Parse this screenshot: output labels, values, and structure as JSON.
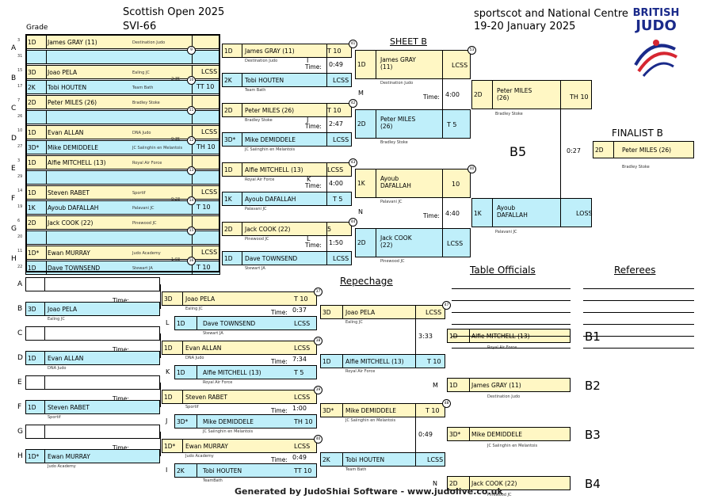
{
  "header": {
    "title": "Scottish Open 2025",
    "category": "SVI-66",
    "venue": "sportscot and National Centre",
    "dates": "19-20 January 2025",
    "sheet": "SHEET B",
    "grade": "Grade",
    "finalist": "FINALIST B",
    "pool": "B5",
    "repechage": "Repechage",
    "table_officials": "Table Officials",
    "referees": "Referees",
    "footer": "Generated by JudoShiai Software - www.judolive.co.uk",
    "logo_top": "BRITISH",
    "logo_bottom": "JUDO"
  },
  "pools": [
    "A",
    "B",
    "C",
    "D",
    "E",
    "F",
    "G",
    "H"
  ],
  "round1": [
    {
      "letter": "A",
      "g1": "1D",
      "n1": "James GRAY (11)",
      "c1": "Destination Judo",
      "g2": "",
      "n2": "",
      "c2": "",
      "num": "9",
      "lnum1": "3",
      "lnum2": "31"
    },
    {
      "letter": "B",
      "g1": "3D",
      "n1": "Joao PELA",
      "c1": "Ealing JC",
      "g2": "2K",
      "n2": "Tobi HOUTEN",
      "c2": "Team Bath",
      "num": "10",
      "time": "2:35",
      "res": "LCSS",
      "res2": "TT 10",
      "lnum1": "15",
      "lnum2": "17"
    },
    {
      "letter": "C",
      "g1": "2D",
      "n1": "Peter MILES (26)",
      "c1": "Bradley Stoke",
      "g2": "",
      "n2": "",
      "c2": "",
      "num": "11",
      "lnum1": "7",
      "lnum2": "26"
    },
    {
      "letter": "D",
      "g1": "1D",
      "n1": "Evan ALLAN",
      "c1": "DNA Judo",
      "g2": "3D*",
      "n2": "Mike DEMIDDELE",
      "c2": "JC Saiinghin en Melantois",
      "num": "12",
      "time": "0:35",
      "res": "LCSS",
      "res2": "TH 10",
      "lnum1": "10",
      "lnum2": "27"
    },
    {
      "letter": "E",
      "g1": "1D",
      "n1": "Alfie MITCHELL (13)",
      "c1": "Royal Air Force",
      "g2": "",
      "n2": "",
      "c2": "",
      "num": "13",
      "lnum1": "3",
      "lnum2": "29"
    },
    {
      "letter": "F",
      "g1": "1D",
      "n1": "Steven RABET",
      "c1": "Sportif",
      "g2": "1K",
      "n2": "Ayoub DAFALLAH",
      "c2": "Palavani JC",
      "num": "14",
      "time": "0:23",
      "res": "LCSS",
      "res2": "T 10",
      "lnum1": "14",
      "lnum2": "19"
    },
    {
      "letter": "G",
      "g1": "2D",
      "n1": "Jack COOK (22)",
      "c1": "Pinewood JC",
      "g2": "",
      "n2": "",
      "c2": "",
      "num": "15",
      "lnum1": "6",
      "lnum2": "20"
    },
    {
      "letter": "H",
      "g1": "1D*",
      "n1": "Ewan MURRAY",
      "c1": "Judo Academy",
      "g2": "1D",
      "n2": "Dave TOWNSEND",
      "c2": "Stewart JA",
      "num": "16",
      "time": "1:03",
      "res": "LCSS",
      "res2": "T 10",
      "lnum1": "11",
      "lnum2": "22"
    }
  ],
  "round2": [
    {
      "g1": "1D",
      "n1": "James GRAY (11)",
      "c1": "Destination Judo",
      "g2": "2K",
      "n2": "Tobi HOUTEN",
      "c2": "Team Bath",
      "num": "41",
      "res1": "T 10",
      "res2": "LCSS",
      "time": "0:49",
      "lt": "I"
    },
    {
      "g1": "2D",
      "n1": "Peter MILES (26)",
      "c1": "Bradley Stoke",
      "g2": "3D*",
      "n2": "Mike DEMIDDELE",
      "c2": "JC Saiinghin en Melantois",
      "num": "42",
      "res1": "T 10",
      "res2": "LCSS",
      "time": "2:47",
      "lt": "J"
    },
    {
      "g1": "1D",
      "n1": "Alfie MITCHELL (13)",
      "c1": "Royal Air Force",
      "g2": "1K",
      "n2": "Ayoub DAFALLAH",
      "c2": "Palavani JC",
      "num": "43",
      "res1": "LCSS",
      "res2": "T 5",
      "time": "4:00",
      "lt": "K"
    },
    {
      "g1": "2D",
      "n1": "Jack COOK (22)",
      "c1": "Pinewood JC",
      "g2": "1D",
      "n2": "Dave TOWNSEND",
      "c2": "Stewart JA",
      "num": "44",
      "res1": "5",
      "res2": "LCSS",
      "time": "1:50",
      "lt": "L"
    }
  ],
  "semis": [
    {
      "g1": "1D",
      "n1": "James GRAY (11)",
      "c1": "Destination Judo",
      "g2": "2D",
      "n2": "Peter MILES (26)",
      "c2": "Bradley Stoke",
      "num": "53",
      "res1": "LCSS",
      "res2": "T 5",
      "time": "4:00",
      "lt": "M"
    },
    {
      "g1": "1K",
      "n1": "Ayoub DAFALLAH",
      "c1": "Palavani JC",
      "g2": "2D",
      "n2": "Jack COOK (22)",
      "c2": "Pinewood JC",
      "num": "40",
      "res1": "10",
      "res2": "LCSS",
      "time": "4:40",
      "lt": "N"
    }
  ],
  "final": {
    "g1": "2D",
    "n1": "Peter MILES (26)",
    "c1": "Bradley Stoke",
    "g2": "1K",
    "n2": "Ayoub DAFALLAH",
    "c2": "Palavani JC",
    "res1": "TH 10",
    "res2": "LOSS",
    "time": "0:27",
    "finalist_g": "2D",
    "finalist_n": "Peter MILES (26)",
    "finalist_c": "Bradley Stoke"
  },
  "rep1": [
    {
      "letter": "A",
      "g": "",
      "n": "",
      "c": ""
    },
    {
      "letter": "B",
      "g": "3D",
      "n": "Joao PELA",
      "c": "Ealing JC"
    },
    {
      "letter": "C",
      "g": "",
      "n": "",
      "c": ""
    },
    {
      "letter": "D",
      "g": "1D",
      "n": "Evan ALLAN",
      "c": "DNA Judo"
    },
    {
      "letter": "E",
      "g": "",
      "n": "",
      "c": ""
    },
    {
      "letter": "F",
      "g": "1D",
      "n": "Steven RABET",
      "c": "Sportif"
    },
    {
      "letter": "G",
      "g": "",
      "n": "",
      "c": ""
    },
    {
      "letter": "H",
      "g": "1D*",
      "n": "Ewan MURRAY",
      "c": "Judo Academy"
    }
  ],
  "rep2": [
    {
      "g1": "3D",
      "n1": "Joao PELA",
      "c1": "Ealing JC",
      "g2": "1D",
      "n2": "Dave TOWNSEND",
      "c2": "Stewart JA",
      "time": "0:37",
      "res1": "T 10",
      "res2": "LCSS",
      "lt": "L",
      "num": "37"
    },
    {
      "g1": "1D",
      "n1": "Evan ALLAN",
      "c1": "DNA Judo",
      "g2": "1D",
      "n2": "Alfie MITCHELL (13)",
      "c2": "Royal Air Force",
      "time": "7:34",
      "res1": "LCSS",
      "res2": "T 5",
      "lt": "K",
      "num": "38"
    },
    {
      "g1": "1D",
      "n1": "Steven RABET",
      "c1": "Sportif",
      "g2": "3D*",
      "n2": "Mike DEMIDDELE",
      "c2": "JC Saiinghin en Melantois",
      "time": "1:00",
      "res1": "LCSS",
      "res2": "TH 10",
      "lt": "J",
      "num": "39"
    },
    {
      "g1": "1D*",
      "n1": "Ewan MURRAY",
      "c1": "Judo Academy",
      "g2": "2K",
      "n2": "Tobi HOUTEN",
      "c2": "TeamBath",
      "time": "0:49",
      "res1": "LCSS",
      "res2": "TT 10",
      "lt": "I",
      "num": "40"
    }
  ],
  "rep3": [
    {
      "g1": "3D",
      "n1": "Joao PELA",
      "c1": "Ealing JC",
      "g2": "1D",
      "n2": "Alfie MITCHELL (13)",
      "c2": "Royal Air Force",
      "time": "3:33",
      "res1": "LCSS",
      "res2": "T 10",
      "num": "47"
    },
    {
      "g1": "3D*",
      "n1": "Mike DEMIDDELE",
      "c1": "JC Saiinghin en Melantois",
      "g2": "2K",
      "n2": "Tobi HOUTEN",
      "c2": "Team Bath",
      "time": "0:49",
      "res1": "T 10",
      "res2": "LCSS",
      "num": "48"
    }
  ],
  "bronze": [
    {
      "lt": "",
      "g": "1D",
      "n": "Alfie MITCHELL (13)",
      "c": "Royal Air Force",
      "label": "B1"
    },
    {
      "lt": "M",
      "g": "1D",
      "n": "James GRAY (11)",
      "c": "Destination Judo",
      "label": "B2"
    },
    {
      "lt": "",
      "g": "3D*",
      "n": "Mike DEMIDDELE",
      "c": "JC Saiinghin en Melantois",
      "label": "B3"
    },
    {
      "lt": "N",
      "g": "2D",
      "n": "Jack COOK (22)",
      "c": "Pinewood JC",
      "label": "B4"
    }
  ],
  "time_label": "Time:",
  "colors": {
    "cyan": "#bfeffa",
    "yellow": "#fff7c4",
    "logo_blue": "#1a2a8a",
    "logo_red": "#d62631"
  }
}
